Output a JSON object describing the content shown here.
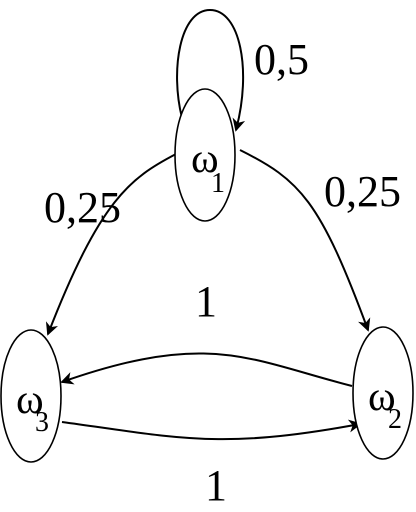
{
  "diagram": {
    "nodes": [
      {
        "id": "w1",
        "symbol": "ω",
        "subscript": "1"
      },
      {
        "id": "w2",
        "symbol": "ω",
        "subscript": "2"
      },
      {
        "id": "w3",
        "symbol": "ω",
        "subscript": "3"
      }
    ],
    "edges": [
      {
        "from": "w1",
        "to": "w1",
        "label": "0,5"
      },
      {
        "from": "w1",
        "to": "w3",
        "label": "0,25"
      },
      {
        "from": "w1",
        "to": "w2",
        "label": "0,25"
      },
      {
        "from": "w2",
        "to": "w3",
        "label": "1"
      },
      {
        "from": "w3",
        "to": "w2",
        "label": "1"
      }
    ],
    "colors": {
      "stroke": "#000000",
      "background": "#ffffff"
    }
  }
}
